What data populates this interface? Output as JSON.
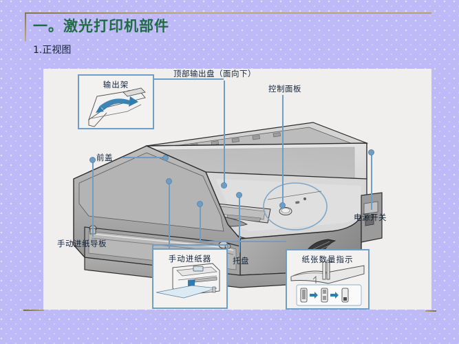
{
  "slide": {
    "title": "一。激光打印机部件",
    "subtitle": "1.正视图",
    "title_color": "#1f6b44",
    "background_color": "#bdbaf7",
    "accent_color": "#6f9dc4",
    "rule_color": "#a38f5e"
  },
  "figure": {
    "canvas_color": "#f0efed",
    "labels": [
      {
        "id": "top-output-tray",
        "text": "顶部输出盘（面向下）"
      },
      {
        "id": "control-panel",
        "text": "控制面板"
      },
      {
        "id": "front-cover",
        "text": "前盖"
      },
      {
        "id": "manual-feed-guide",
        "text": "手动进纸导板"
      },
      {
        "id": "tray",
        "text": "托盘"
      },
      {
        "id": "power-switch",
        "text": "电源开关"
      }
    ],
    "insets": [
      {
        "id": "output-support",
        "caption": "输出架"
      },
      {
        "id": "manual-feeder",
        "caption": "手动进纸器"
      },
      {
        "id": "paper-level-indicator",
        "caption": "纸张数量指示"
      }
    ]
  }
}
